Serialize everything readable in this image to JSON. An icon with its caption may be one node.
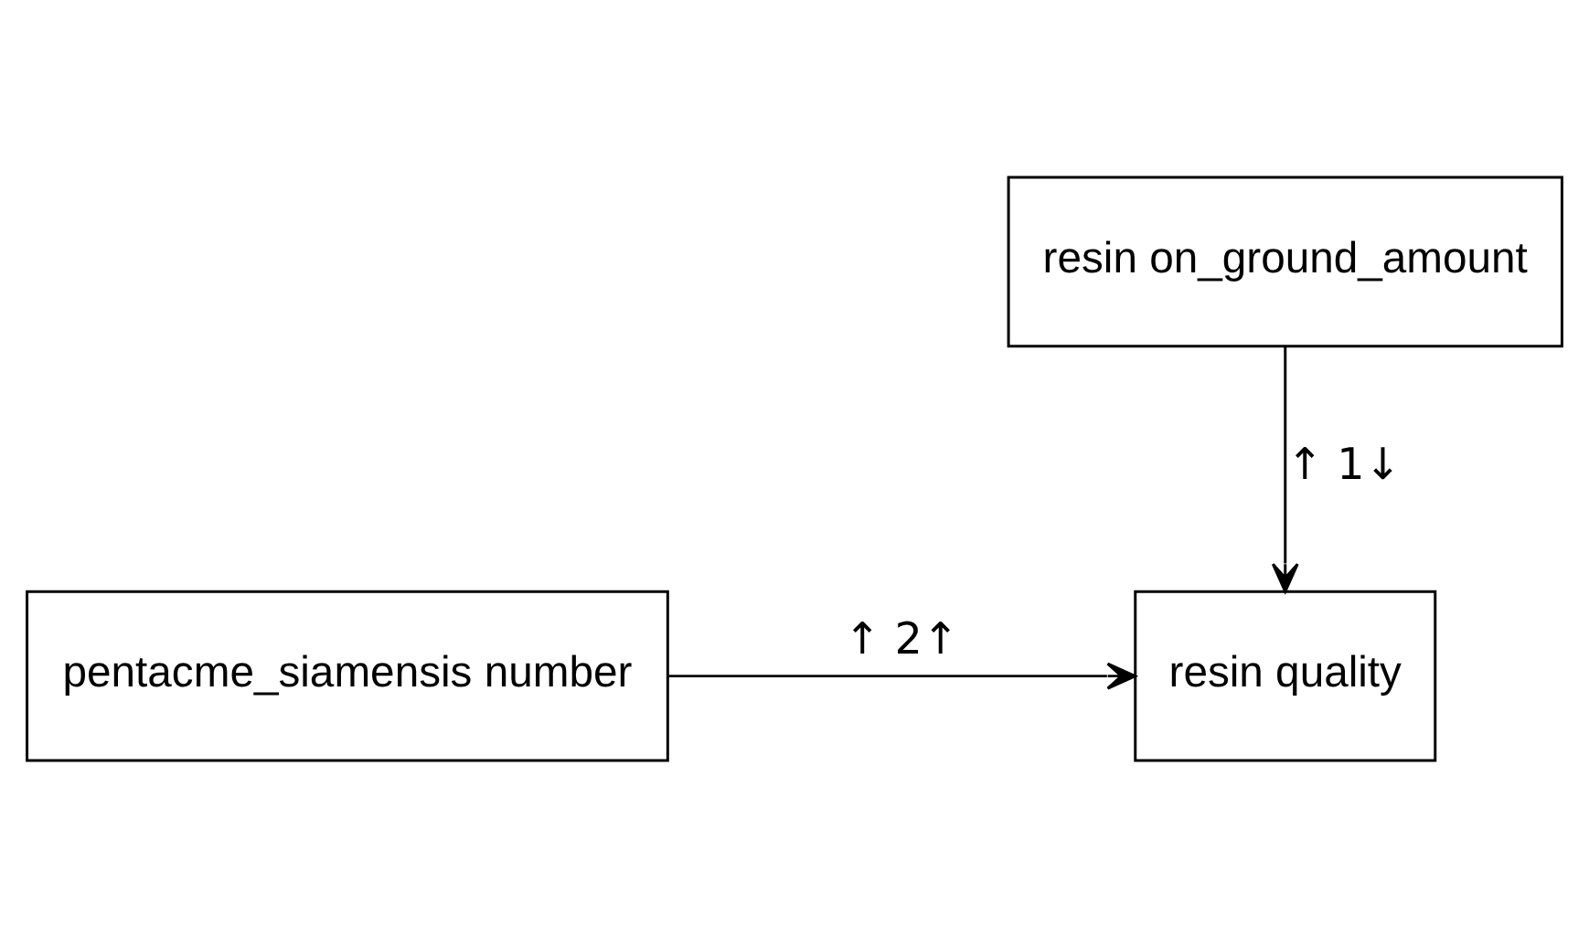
{
  "diagram": {
    "nodes": [
      {
        "text": [
          "resin on_ground_amount"
        ]
      },
      {
        "text": [
          "resin quality"
        ]
      },
      {
        "text": [
          "pentacme_siamensis number"
        ]
      }
    ],
    "edges": [
      {
        "from": 0,
        "to": 1,
        "arrow": "to",
        "label": "↑ 1↓"
      },
      {
        "from": 2,
        "to": 1,
        "arrow": "to",
        "label": "↑ 2↑"
      }
    ]
  }
}
